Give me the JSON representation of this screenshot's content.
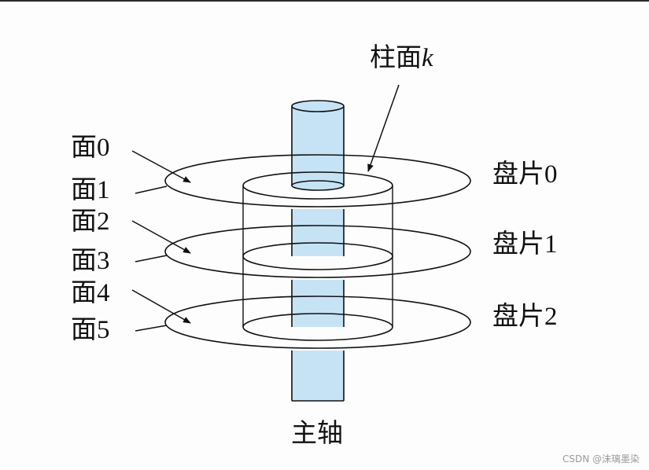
{
  "labels": {
    "cylinder": "柱面",
    "cylinder_var": "k",
    "spindle": "主轴",
    "surfaces": [
      "面0",
      "面1",
      "面2",
      "面3",
      "面4",
      "面5"
    ],
    "platters": [
      "盘片0",
      "盘片1",
      "盘片2"
    ]
  },
  "watermark": "CSDN @沫璃墨染",
  "colors": {
    "spindle_fill": "#c6e3f6",
    "line": "#111111"
  }
}
